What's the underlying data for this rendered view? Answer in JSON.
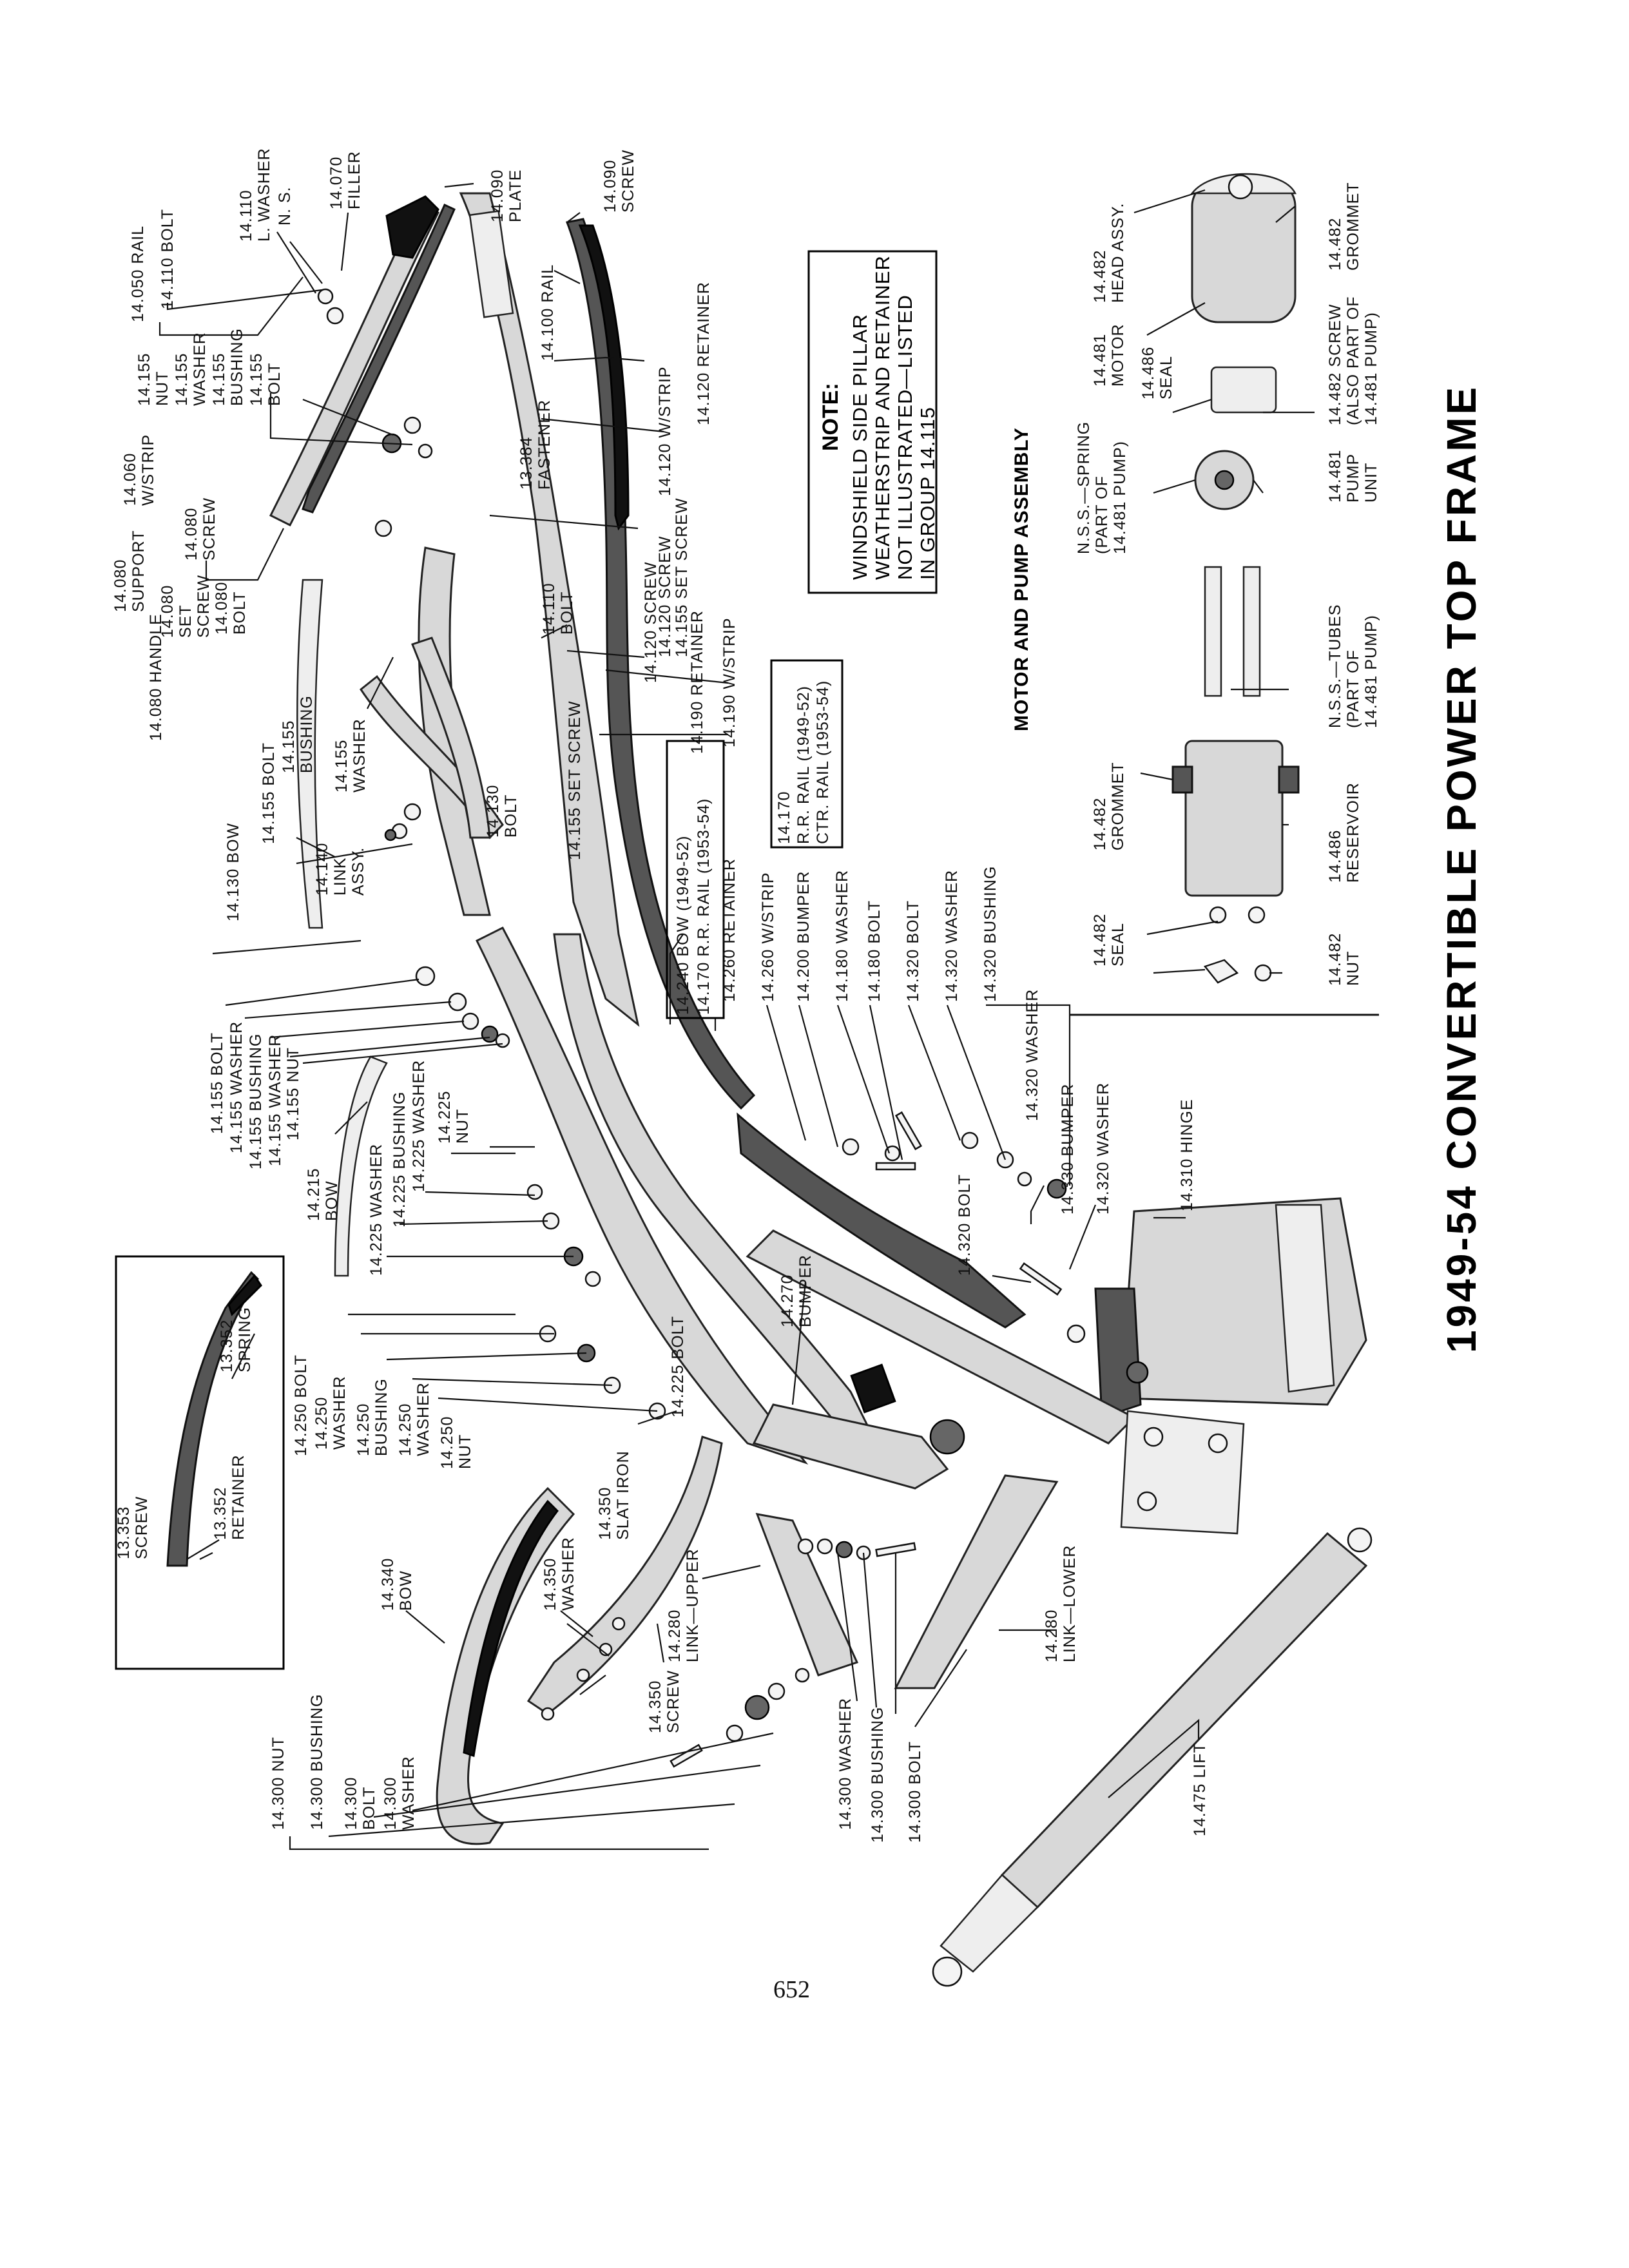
{
  "page_title": "1949-54 CONVERTIBLE POWER TOP FRAME",
  "page_number": "652",
  "section_title": "MOTOR AND PUMP ASSEMBLY",
  "note": {
    "heading": "NOTE:",
    "lines": [
      "WINDSHIELD SIDE PILLAR",
      "WEATHERSTRIP AND RETAINER",
      "NOT ILLUSTRATED—LISTED",
      "IN GROUP 14.115"
    ]
  },
  "labels": {
    "l14050": "14.050 RAIL",
    "l14110bolt_a": "14.110 BOLT",
    "l14110lw": [
      "14.110",
      "L. WASHER"
    ],
    "lns": "N. S.",
    "l14070": [
      "14.070",
      "FILLER"
    ],
    "l14090plate": [
      "14.090",
      "PLATE"
    ],
    "l14090screw": [
      "14.090",
      "SCREW"
    ],
    "l14100": "14.100 RAIL",
    "l14155top": [
      "14.155",
      "NUT",
      "14.155",
      "WASHER",
      "14.155",
      "BUSHING",
      "14.155",
      "BOLT"
    ],
    "l14060": [
      "14.060",
      "W/STRIP"
    ],
    "l13384": [
      "13.384",
      "FASTENER"
    ],
    "l14120ws": "14.120 W/STRIP",
    "l14120ret": "14.120 RETAINER",
    "l14120screw_a": "14.120 SCREW",
    "l14155setscrew_a": "14.155 SET SCREW",
    "l14080sup": [
      "14.080",
      "SUPPORT"
    ],
    "l14080screw_a": [
      "14.080",
      "SCREW"
    ],
    "l14080handle": "14.080 HANDLE",
    "l14080setscrew": [
      "14.080",
      "SET",
      "SCREW"
    ],
    "l14080bolt": [
      "14.080",
      "BOLT"
    ],
    "l14110bolt_b": [
      "14.110",
      "BOLT"
    ],
    "l14120screw_b": "14.120 SCREW",
    "l14190ret": "14.190 RETAINER",
    "l14190ws": "14.190 W/STRIP",
    "l14155bush_a": [
      "14.155",
      "BUSHING"
    ],
    "l14155bolt_a": "14.155 BOLT",
    "l14155washer_a": [
      "14.155",
      "WASHER"
    ],
    "l14130bolt": [
      "14.130",
      "BOLT"
    ],
    "l14130bow": "14.130 BOW",
    "l14140link": [
      "14.140",
      "LINK",
      "ASSY."
    ],
    "l14155setscrew_b": "14.155 SET SCREW",
    "l14170box": [
      "14.170",
      "R.R. RAIL (1949-52)",
      "CTR. RAIL (1953-54)"
    ],
    "l14240box": [
      "14.240 BOW (1949-52)",
      "14.170 R.R. RAIL (1953-54)"
    ],
    "l14260ret": "14.260 RETAINER",
    "l14260ws": "14.260 W/STRIP",
    "l14200bumper": "14.200 BUMPER",
    "l14180washer": "14.180 WASHER",
    "l14180bolt": "14.180 BOLT",
    "l14320bolt_a": "14.320 BOLT",
    "l14320washer_a": "14.320 WASHER",
    "l14320bushing": "14.320 BUSHING",
    "l14155left": [
      "14.155 BOLT",
      "14.155 WASHER",
      "14.155 BUSHING",
      "14.155 WASHER",
      "14.155 NUT"
    ],
    "l14215bow": [
      "14.215",
      "BOW"
    ],
    "l14225washer_a": "14.225 WASHER",
    "l14225bushing": "14.225 BUSHING",
    "l14225washer_b": "14.225 WASHER",
    "l14225nut": [
      "14.225",
      "NUT"
    ],
    "l14320washer_b": "14.320 WASHER",
    "l14330bumper": "14.330 BUMPER",
    "l14320washer_c": "14.320 WASHER",
    "l14310hinge": "14.310 HINGE",
    "l14320bolt_b": "14.320 BOLT",
    "l14270bumper": [
      "14.270",
      "BUMPER"
    ],
    "l14225bolt": "14.225 BOLT",
    "l14250group": [
      "14.250 BOLT",
      "14.250",
      "WASHER",
      "14.250",
      "BUSHING",
      "14.250",
      "WASHER",
      "14.250",
      "NUT"
    ],
    "l13353": [
      "13.353",
      "SCREW"
    ],
    "l13352ret": [
      "13.352",
      "RETAINER"
    ],
    "l13352spring": [
      "13.352",
      "SPRING"
    ],
    "l14340bow": [
      "14.340",
      "BOW"
    ],
    "l14350slat": [
      "14.350",
      "SLAT IRON"
    ],
    "l14350washer": [
      "14.350",
      "WASHER"
    ],
    "l14350screw": [
      "14.350",
      "SCREW"
    ],
    "l14280upper": [
      "14.280",
      "LINK—UPPER"
    ],
    "l14280lower": [
      "14.280",
      "LINK—LOWER"
    ],
    "l14300left": [
      "14.300 NUT",
      "14.300 BUSHING",
      "14.300",
      "BOLT",
      "14.300",
      "WASHER"
    ],
    "l14300washer": "14.300 WASHER",
    "l14300bushing": "14.300 BUSHING",
    "l14300bolt": "14.300 BOLT",
    "l14475lift": "14.475 LIFT",
    "l14482head": [
      "14.482",
      "HEAD ASSY."
    ],
    "l14482grommet_a": [
      "14.482",
      "GROMMET"
    ],
    "l14481motor": [
      "14.481",
      "MOTOR"
    ],
    "l14486seal": [
      "14.486",
      "SEAL"
    ],
    "l14482screw": [
      "14.482  SCREW",
      "(ALSO PART OF",
      "14.481 PUMP)"
    ],
    "lnssspring": [
      "N.S.S.—SPRING",
      "(PART OF",
      "14.481 PUMP)"
    ],
    "l14481pump": [
      "14.481",
      "PUMP",
      "UNIT"
    ],
    "lnsstubes": [
      "N.S.S.—TUBES",
      "(PART OF",
      "14.481 PUMP)"
    ],
    "l14482grommet_b": [
      "14.482",
      "GROMMET"
    ],
    "l14486res": [
      "14.486",
      "RESERVOIR"
    ],
    "l14482seal": [
      "14.482",
      "SEAL"
    ],
    "l14482nut": [
      "14.482",
      "NUT"
    ]
  }
}
